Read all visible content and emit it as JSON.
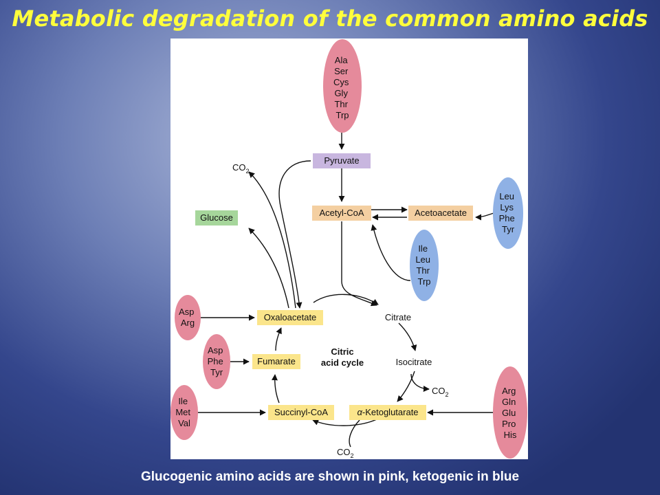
{
  "title": "Metabolic degradation of the common amino acids",
  "caption": "Glucogenic amino acids are shown in pink, ketogenic in blue",
  "colors": {
    "glucogenic": "#e58a9b",
    "ketogenic": "#8fb1e5",
    "pyruvate_box": "#c8b6df",
    "acetyl_box": "#f4cfa1",
    "glucose_box": "#a6d69b",
    "cycle_box": "#fbe58b"
  },
  "groups": {
    "top_pink": [
      "Ala",
      "Ser",
      "Cys",
      "Gly",
      "Thr",
      "Trp"
    ],
    "right_blue": [
      "Leu",
      "Lys",
      "Phe",
      "Tyr"
    ],
    "middle_blue": [
      "Ile",
      "Leu",
      "Thr",
      "Trp"
    ],
    "oxaloacetate_pink": [
      "Asp",
      "Arg"
    ],
    "fumarate_pink": [
      "Asp",
      "Phe",
      "Tyr"
    ],
    "succinyl_pink": [
      "Ile",
      "Met",
      "Val"
    ],
    "ketoglutarate_pink": [
      "Arg",
      "Gln",
      "Glu",
      "Pro",
      "His"
    ]
  },
  "nodes": {
    "pyruvate": "Pyruvate",
    "acetyl_coa": "Acetyl-CoA",
    "acetoacetate": "Acetoacetate",
    "glucose": "Glucose",
    "oxaloacetate": "Oxaloacetate",
    "citrate": "Citrate",
    "isocitrate": "Isocitrate",
    "fumarate": "Fumarate",
    "succinyl_coa": "Succinyl-CoA",
    "ketoglutarate_prefix": "α",
    "ketoglutarate": "-Ketoglutarate",
    "cycle_line1": "Citric",
    "cycle_line2": "acid cycle"
  },
  "co2": {
    "base": "CO",
    "sub": "2"
  }
}
